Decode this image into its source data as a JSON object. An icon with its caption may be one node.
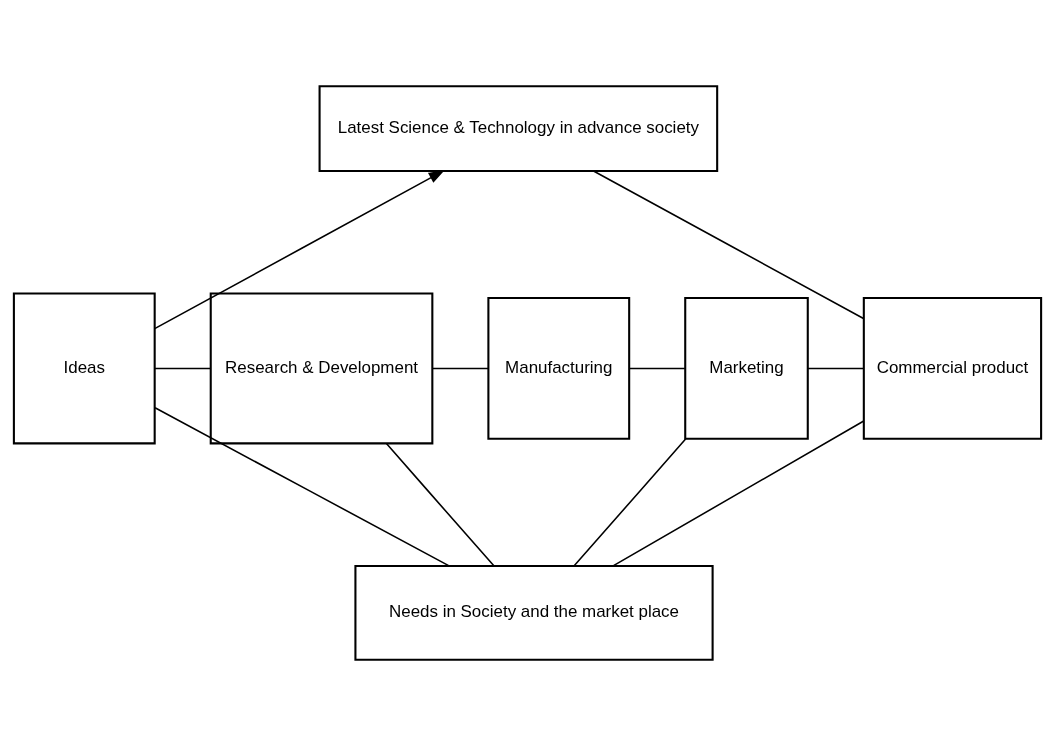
{
  "diagram": {
    "nodes": [
      {
        "text": [
          "Latest Science & Technology in advance society"
        ]
      },
      {
        "text": [
          "Ideas"
        ]
      },
      {
        "text": [
          "Research & Development"
        ]
      },
      {
        "text": [
          "Manufacturing"
        ]
      },
      {
        "text": [
          "Marketing"
        ]
      },
      {
        "text": [
          "Commercial product"
        ]
      },
      {
        "text": [
          "Needs in Society and the market place"
        ]
      }
    ],
    "edges": [
      {
        "from": 1,
        "to": 0,
        "arrow": "to"
      },
      {
        "from": 0,
        "to": 5,
        "arrow": "none"
      },
      {
        "from": 1,
        "to": 2,
        "arrow": "none"
      },
      {
        "from": 2,
        "to": 3,
        "arrow": "none"
      },
      {
        "from": 3,
        "to": 4,
        "arrow": "none"
      },
      {
        "from": 4,
        "to": 5,
        "arrow": "none"
      },
      {
        "from": 1,
        "to": 6,
        "arrow": "none"
      },
      {
        "from": 2,
        "to": 6,
        "arrow": "none"
      },
      {
        "from": 4,
        "to": 6,
        "arrow": "none"
      },
      {
        "from": 5,
        "to": 6,
        "arrow": "none"
      }
    ]
  }
}
